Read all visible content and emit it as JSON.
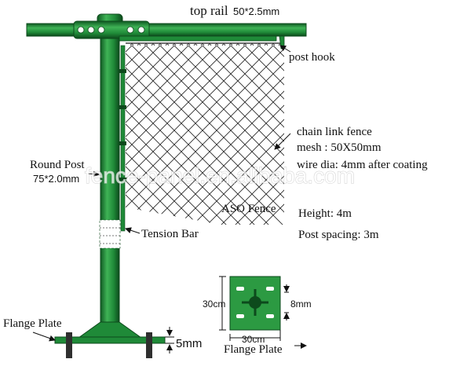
{
  "colors": {
    "post_green": "#1f8a38",
    "post_dark": "#0d4a1c",
    "post_light": "#3fb356",
    "mesh": "#2a2a2a",
    "plate_dark": "#3a3a3a"
  },
  "labels": {
    "top_rail_name": "top rail",
    "top_rail_size": "50*2.5mm",
    "post_hook": "post hook",
    "chain_link_fence": "chain link fence",
    "mesh": "mesh : 50X50mm",
    "wire_dia": "wire dia: 4mm after coating",
    "aso_fence": "ASO Fence",
    "height": "Height: 4m",
    "post_spacing": "Post spacing: 3m",
    "round_post_name": "Round Post",
    "round_post_size": "75*2.0mm",
    "tension_bar": "Tension Bar",
    "flange_plate_left": "Flange Plate",
    "thickness": "5mm",
    "plate_width": "30cm",
    "plate_height": "30cm",
    "hole_size": "8mm",
    "flange_plate_detail": "Flange Plate"
  },
  "watermark": "fence-panel.en.alibaba.com"
}
